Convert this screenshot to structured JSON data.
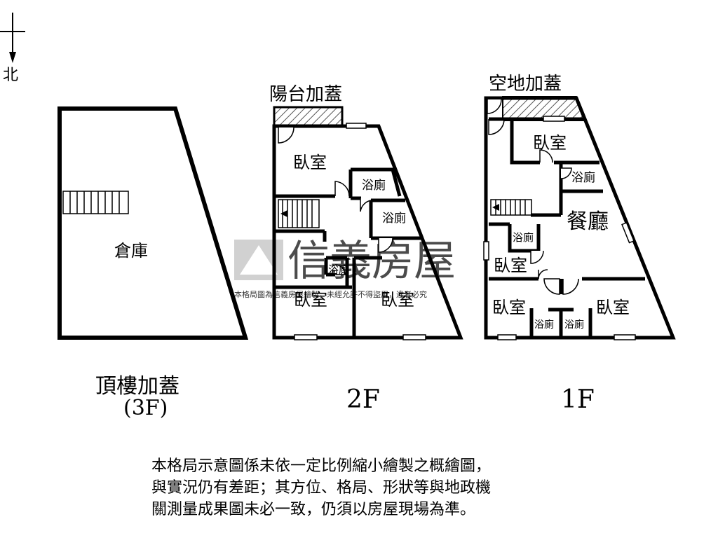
{
  "compass": {
    "north_label": "北"
  },
  "watermark": {
    "brand": "信義房屋",
    "notice": "本格局圖為信義房屋繪製，未經允許不得盜用，違者必究"
  },
  "floor3": {
    "caption_line1": "頂樓加蓋",
    "caption_line2": "(3F)",
    "rooms": {
      "storage": "倉庫"
    }
  },
  "floor2": {
    "caption": "2F",
    "top_label": "陽台加蓋",
    "rooms": {
      "bedroom_top": "臥室",
      "bath_1": "浴廁",
      "bath_2": "浴廁",
      "bath_3": "浴廁",
      "bedroom_bl": "臥室",
      "bedroom_br": "臥室"
    }
  },
  "floor1": {
    "caption": "1F",
    "top_label": "空地加蓋",
    "rooms": {
      "bedroom_top": "臥室",
      "bath_top": "浴廁",
      "dining": "餐廳",
      "bath_mid": "浴廁",
      "bedroom_mid": "臥室",
      "bedroom_bl": "臥室",
      "bath_bl": "浴廁",
      "bath_br": "浴廁",
      "bedroom_br": "臥室"
    }
  },
  "disclaimer": {
    "line1": "本格局示意圖係未依一定比例縮小繪製之概繪圖，",
    "line2": "與實況仍有差距；其方位、格局、形狀等與地政機",
    "line3": "關測量成果圖未必一致，仍須以房屋現場為準。"
  }
}
